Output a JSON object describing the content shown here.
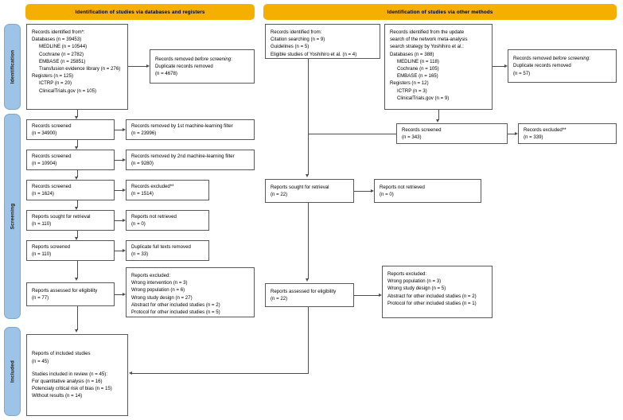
{
  "diagram": {
    "type": "PRISMA 2020 flow diagram",
    "banners": [
      {
        "id": "banner-databases",
        "label": "Identification of studies via databases and registers"
      },
      {
        "id": "banner-other",
        "label": "Identification of studies via other methods"
      }
    ],
    "stages": [
      {
        "id": "stage-identification",
        "label": "Identification"
      },
      {
        "id": "stage-screening",
        "label": "Screening"
      },
      {
        "id": "stage-included",
        "label": "Included"
      }
    ],
    "colors": {
      "banner_fill": "#F5AF00",
      "stage_fill": "#9DC3E6",
      "box_border": "#5a5a5a",
      "connector": "#4d4d4d",
      "page_background": "#ffffff"
    },
    "boxes": {
      "left_identified": {
        "lines": [
          "Records identified from*:",
          "Databases (n = 39453)",
          "MEDLINE (n = 10544)",
          "Cochrane (n = 2782)",
          "EMBASE (n = 25851)",
          "Transfusion evidence library (n = 276)",
          "Registers (n = 125)",
          "ICTRP (n = 20)",
          "ClinicalTrials.gov (n = 105)"
        ]
      },
      "left_duplicates": {
        "line1a": "Records removed ",
        "line1b": "before screening",
        "line1c": ":",
        "line2": "Duplicate records removed",
        "line3": "(n = 4678)"
      },
      "screened_1": {
        "line1": "Records screened",
        "line2": "(n = 34900)"
      },
      "removed_ml1": {
        "line1": "Records removed by 1st machine-learning filter",
        "line2": "(n = 23996)"
      },
      "screened_2": {
        "line1": "Records screened",
        "line2": "(n = 10904)"
      },
      "removed_ml2": {
        "line1": "Records removed by 2nd machine-learning filter",
        "line2": "(n = 9280)"
      },
      "screened_3": {
        "line1": "Records screened",
        "line2": "(n = 1624)"
      },
      "excluded_left": {
        "line1": "Records excluded**",
        "line2": "(n = 1514)"
      },
      "sought_left": {
        "line1": "Reports sought for retrieval",
        "line2": "(n = 110)"
      },
      "notretrieved_left": {
        "line1": "Reports not retrieved",
        "line2": "(n = 0)"
      },
      "reports_screened_left": {
        "line1": "Reports screened",
        "line2": "(n = 110)"
      },
      "duplicate_fulltext": {
        "line1": "Duplicate full texts removed",
        "line2": "(n = 33)"
      },
      "eligibility_left": {
        "line1": "Reports assessed for eligibility",
        "line2": "(n = 77)"
      },
      "excluded_reports_left": {
        "lines": [
          "Reports excluded:",
          "Wrong intervention (n = 3)",
          "Wrong population (n = 6)",
          "Wrong study design (n = 27)",
          "Abstract for other included studies (n = 2)",
          "Protocol for other included studies (n = 5)"
        ]
      },
      "included_final": {
        "lines_top": [
          "Reports of included studies",
          "(n = 45)"
        ],
        "lines_bottom": [
          "Studies included in review (n = 45):",
          "For quantitative analysis (n = 16)",
          "Potencialy critical risk of bias (n = 15)",
          "Without results (n = 14)"
        ]
      },
      "right_other_sources": {
        "lines": [
          "Records identified from:",
          "Citation searching (n = 9)",
          "Guidelines (n = 5)",
          "Eligible studies of Yoshihiro et al. (n = 4)"
        ]
      },
      "right_update_search": {
        "lines": [
          "Records identified from the update",
          "search of the network meta-analysis",
          "search strategy by Yoshihiro et al.:",
          "Databases (n = 388)",
          "MEDLINE (n = 118)",
          "Cochrane (n = 105)",
          "EMBASE (n = 165)",
          "Registers (n = 12)",
          "ICTRP (n = 3)",
          "ClinicalTrials.gov (n = 9)"
        ]
      },
      "right_duplicates": {
        "line1a": "Records removed ",
        "line1b": "before screening",
        "line1c": ":",
        "line2": "Duplicate records removed",
        "line3": "(n = 57)"
      },
      "screened_right": {
        "line1": "Records screened",
        "line2": "(n = 343)"
      },
      "excluded_right": {
        "line1": "Records excluded**",
        "line2": "(n = 339)"
      },
      "sought_right": {
        "line1": "Reports sought for retrieval",
        "line2": "(n = 22)"
      },
      "notretrieved_right": {
        "line1": "Reports not retrieved",
        "line2": "(n = 0)"
      },
      "eligibility_right": {
        "line1": "Reports assessed for eligibility",
        "line2": "(n = 22)"
      },
      "excluded_reports_right": {
        "lines": [
          "Reports excluded:",
          "Wrong population (n = 3)",
          "Wrong study design (n = 5)",
          "Abstract for other included studies (n = 2)",
          "Protocol for other included studies (n = 1)"
        ]
      }
    }
  }
}
